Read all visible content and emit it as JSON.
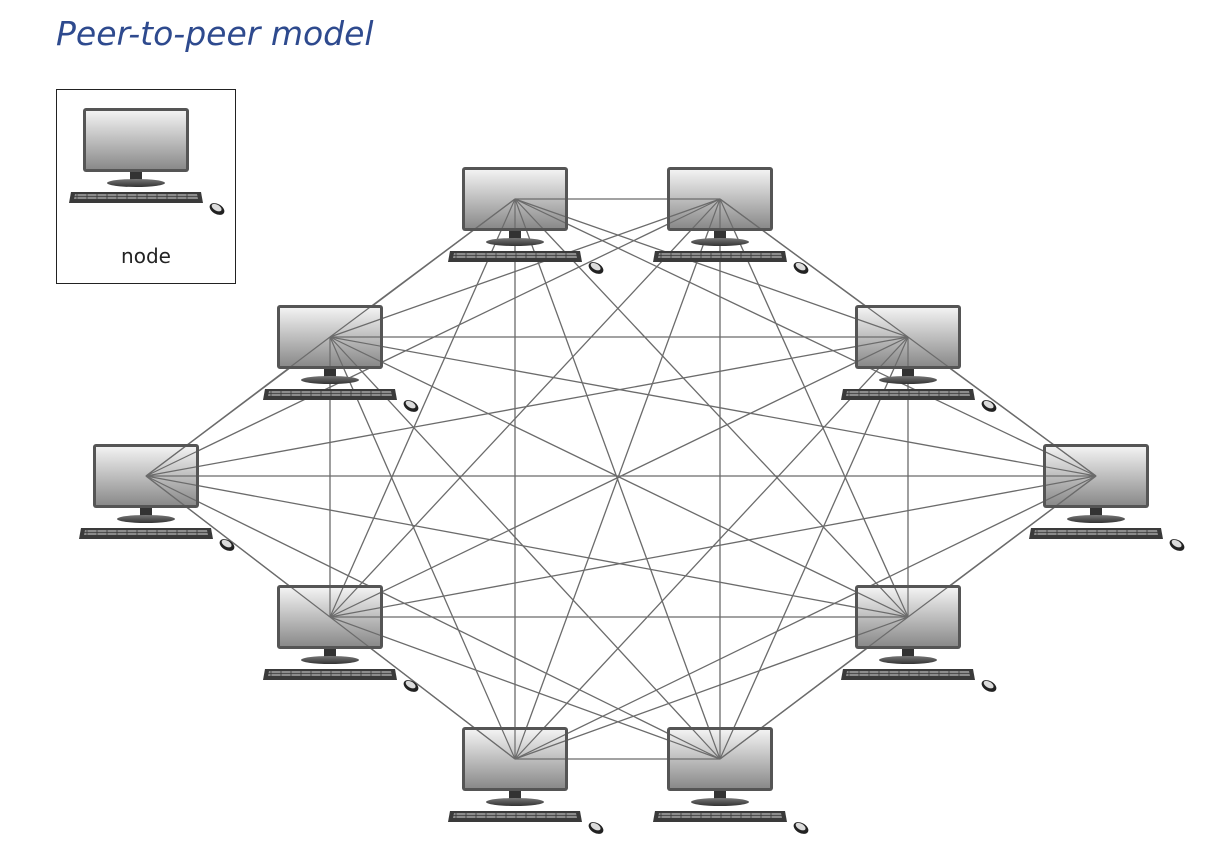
{
  "title": "Peer-to-peer model",
  "legend": {
    "label": "node",
    "icon": "computer-icon"
  },
  "network": {
    "node_count": 10,
    "connectivity": "full mesh",
    "icon": "computer-icon",
    "link_color": "#6b6b6b"
  },
  "colors": {
    "title": "#2e4a8e",
    "monitor_frame": "#555555",
    "screen_light": "#f2f2f2",
    "screen_dark": "#8a8a8a"
  }
}
